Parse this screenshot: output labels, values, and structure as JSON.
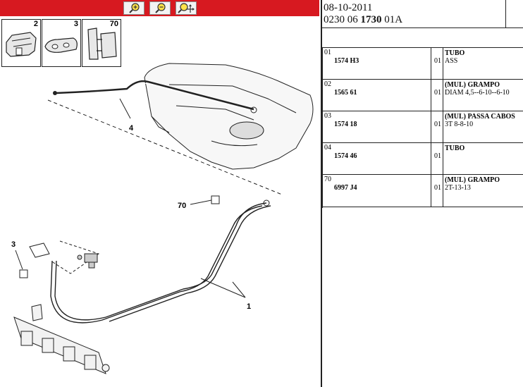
{
  "toolbar": {
    "buttons": [
      {
        "icon": "zoom-in-icon"
      },
      {
        "icon": "zoom-out-icon"
      },
      {
        "icon": "zoom-move-icon"
      }
    ],
    "bar_color": "#d71920"
  },
  "thumbnails": [
    {
      "label": "2"
    },
    {
      "label": "3"
    },
    {
      "label": "70"
    }
  ],
  "diagram": {
    "callouts": [
      "4",
      "70",
      "3",
      "1"
    ]
  },
  "header": {
    "date": "08-10-2011",
    "ref_prefix": "0230 06 ",
    "ref_bold": "1730",
    "ref_suffix": " 01A"
  },
  "parts": [
    {
      "idx": "01",
      "code": "1574 H3",
      "qty": "01",
      "name": "TUBO",
      "desc": "ASS"
    },
    {
      "idx": "02",
      "code": "1565 61",
      "qty": "01",
      "name": "(MUL) GRAMPO",
      "desc": "DIAM 4,5--6-10--6-10"
    },
    {
      "idx": "03",
      "code": "1574 18",
      "qty": "01",
      "name": "(MUL) PASSA CABOS",
      "desc": "3T 8-8-10"
    },
    {
      "idx": "04",
      "code": "1574 46",
      "qty": "01",
      "name": "TUBO",
      "desc": ""
    },
    {
      "idx": "70",
      "code": "6997 J4",
      "qty": "01",
      "name": "(MUL) GRAMPO",
      "desc": "2T-13-13"
    }
  ]
}
